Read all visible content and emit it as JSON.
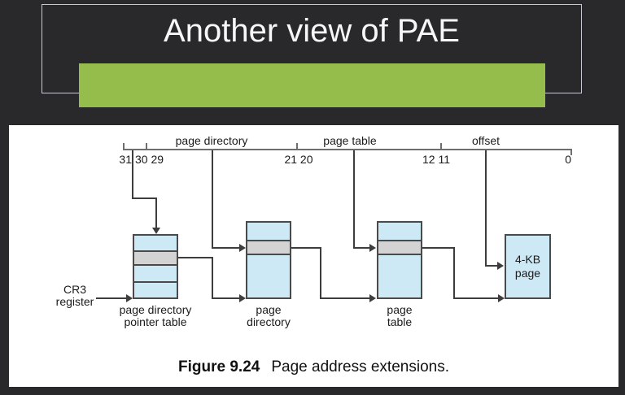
{
  "slide": {
    "title": "Another view of PAE",
    "background_color": "#29292c",
    "accent_color": "#95bd4b",
    "title_frame_border_color": "#c9c9d5"
  },
  "figure": {
    "caption_label": "Figure 9.24",
    "caption_text": "Page address extensions.",
    "address_ruler": {
      "field_labels": {
        "page_directory": "page directory",
        "page_table": "page table",
        "offset": "offset"
      },
      "bit_labels": {
        "b31": "31",
        "b30_29": "30 29",
        "b21_20": "21 20",
        "b12_11": "12 11",
        "b0": "0"
      }
    },
    "cr3": {
      "line1": "CR3",
      "line2": "register"
    },
    "tables": {
      "pdpt": {
        "label_line1": "page directory",
        "label_line2": "pointer table"
      },
      "pd": {
        "label_line1": "page",
        "label_line2": "directory"
      },
      "pt": {
        "label_line1": "page",
        "label_line2": "table"
      },
      "page": {
        "line1": "4-KB",
        "line2": "page"
      }
    },
    "colors": {
      "table_fill": "#cde9f6",
      "selected_entry_fill": "#d3d3d3",
      "line_color": "#3d3d3d",
      "panel_background": "#ffffff"
    }
  }
}
